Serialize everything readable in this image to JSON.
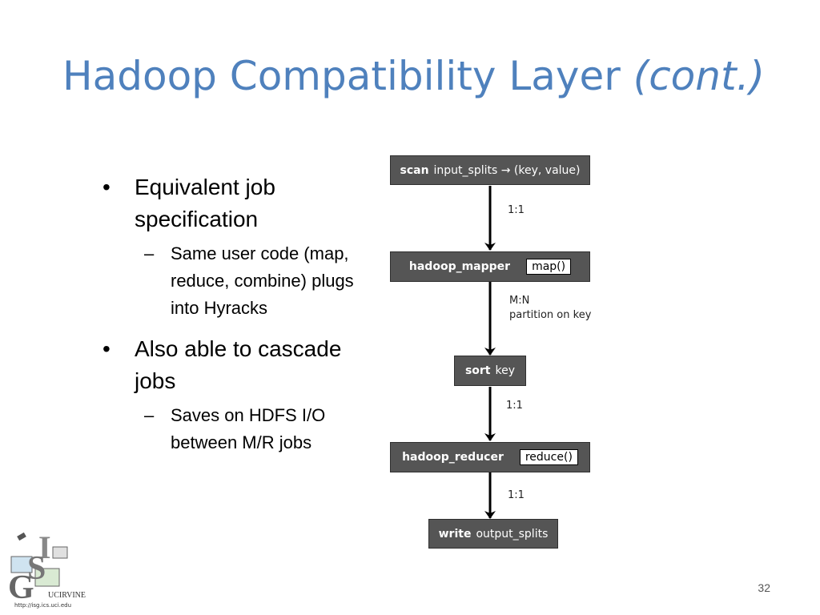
{
  "slide": {
    "title": "Hadoop Compatibility Layer",
    "title_suffix": "(cont.)",
    "page_number": "32"
  },
  "bullets": [
    {
      "text": "Equivalent job specification",
      "sub": "Same user code (map, reduce, combine) plugs into Hyracks"
    },
    {
      "text": "Also able to cascade jobs",
      "sub": "Saves on HDFS I/O between M/R jobs"
    }
  ],
  "diagram": {
    "nodes": [
      {
        "op": "scan",
        "desc": "input_splits → (key, value)"
      },
      {
        "op": "hadoop_mapper",
        "inner": "map()"
      },
      {
        "op": "sort",
        "desc": "key"
      },
      {
        "op": "hadoop_reducer",
        "inner": "reduce()"
      },
      {
        "op": "write",
        "desc": "output_splits"
      }
    ],
    "edges": [
      {
        "line1": "1:1"
      },
      {
        "line1": "M:N",
        "line2": "partition on key"
      },
      {
        "line1": "1:1"
      },
      {
        "line1": "1:1"
      }
    ]
  },
  "logo": {
    "url": "http://isg.ics.uci.edu",
    "org": "UCIRVINE"
  },
  "colors": {
    "title": "#4f81bd",
    "node_fill": "#555555"
  }
}
